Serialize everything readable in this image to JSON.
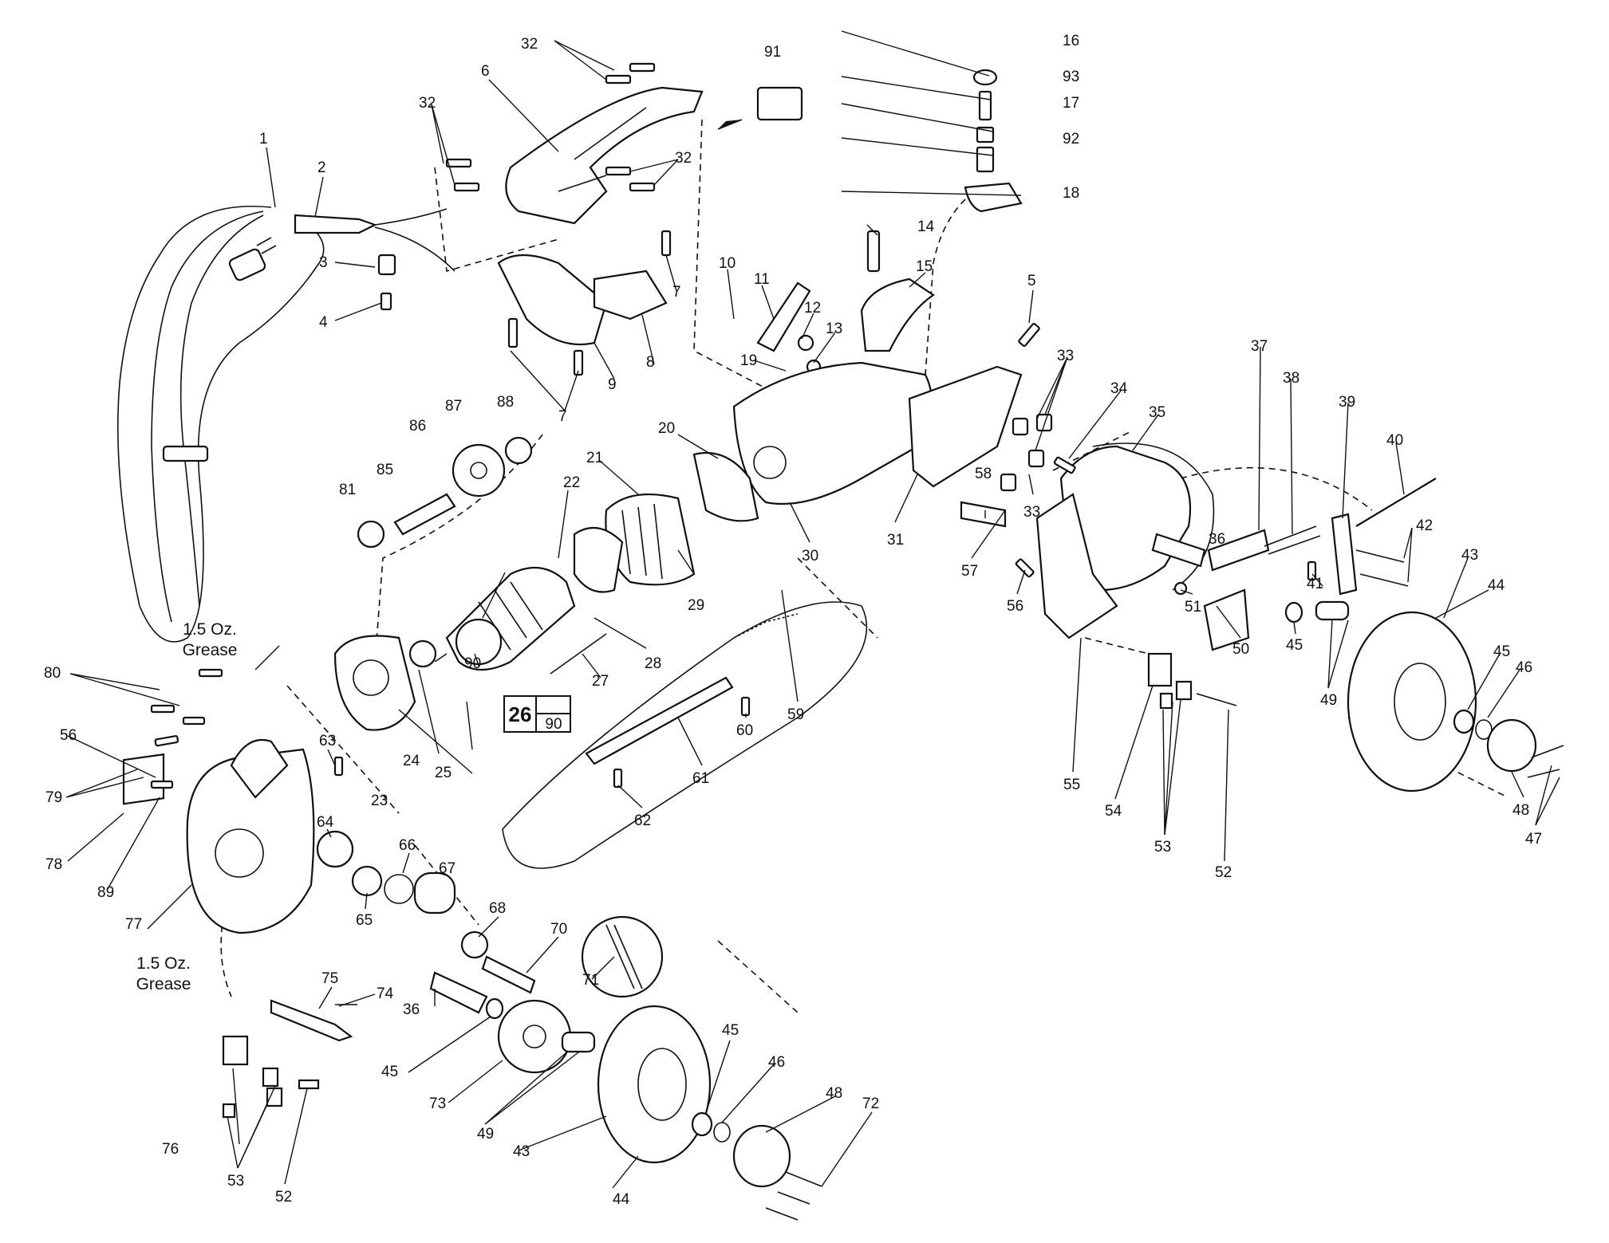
{
  "diagram": {
    "kit_box": {
      "top": "26",
      "bottom": "90"
    },
    "notes": [
      {
        "id": "grease-upper",
        "line1": "1.5 Oz.",
        "line2": "Grease"
      },
      {
        "id": "grease-lower",
        "line1": "1.5 Oz.",
        "line2": "Grease"
      }
    ],
    "callouts": [
      "1",
      "2",
      "3",
      "4",
      "5",
      "6",
      "7",
      "8",
      "9",
      "10",
      "11",
      "12",
      "13",
      "14",
      "15",
      "16",
      "17",
      "18",
      "19",
      "20",
      "21",
      "22",
      "23",
      "24",
      "25",
      "27",
      "28",
      "29",
      "30",
      "31",
      "32",
      "33",
      "34",
      "35",
      "36",
      "37",
      "38",
      "39",
      "40",
      "41",
      "42",
      "43",
      "44",
      "45",
      "46",
      "47",
      "48",
      "49",
      "50",
      "51",
      "52",
      "53",
      "54",
      "55",
      "56",
      "57",
      "58",
      "59",
      "60",
      "61",
      "62",
      "63",
      "64",
      "65",
      "66",
      "67",
      "68",
      "70",
      "71",
      "72",
      "73",
      "74",
      "75",
      "76",
      "77",
      "78",
      "79",
      "80",
      "81",
      "85",
      "86",
      "87",
      "88",
      "89",
      "90",
      "91",
      "92",
      "93"
    ]
  }
}
